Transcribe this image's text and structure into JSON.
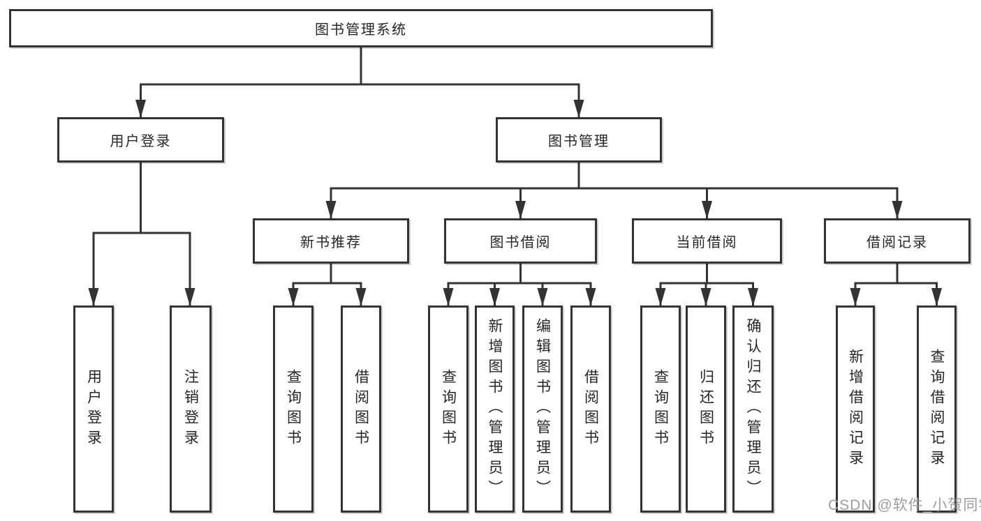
{
  "tree": {
    "label": "图书管理系统",
    "children": [
      {
        "label": "用户登录",
        "children": [
          {
            "label": "用户登录"
          },
          {
            "label": "注销登录"
          }
        ]
      },
      {
        "label": "图书管理",
        "children": [
          {
            "label": "新书推荐",
            "children": [
              {
                "label": "查询图书"
              },
              {
                "label": "借阅图书"
              }
            ]
          },
          {
            "label": "图书借阅",
            "children": [
              {
                "label": "查询图书"
              },
              {
                "label": "新增图书（管理员）"
              },
              {
                "label": "编辑图书（管理员）"
              },
              {
                "label": "借阅图书"
              }
            ]
          },
          {
            "label": "当前借阅",
            "children": [
              {
                "label": "查询图书"
              },
              {
                "label": "归还图书"
              },
              {
                "label": "确认归还（管理员）"
              }
            ]
          },
          {
            "label": "借阅记录",
            "children": [
              {
                "label": "新增借阅记录"
              },
              {
                "label": "查询借阅记录"
              }
            ]
          }
        ]
      }
    ]
  },
  "watermark": {
    "text": "CSDN @软件_小贺同学"
  },
  "colors": {
    "line": "#333333",
    "box_border": "#333333",
    "box_fill": "#ffffff",
    "text": "#262626",
    "watermark": "#9d9d9d",
    "background": "#ffffff"
  }
}
